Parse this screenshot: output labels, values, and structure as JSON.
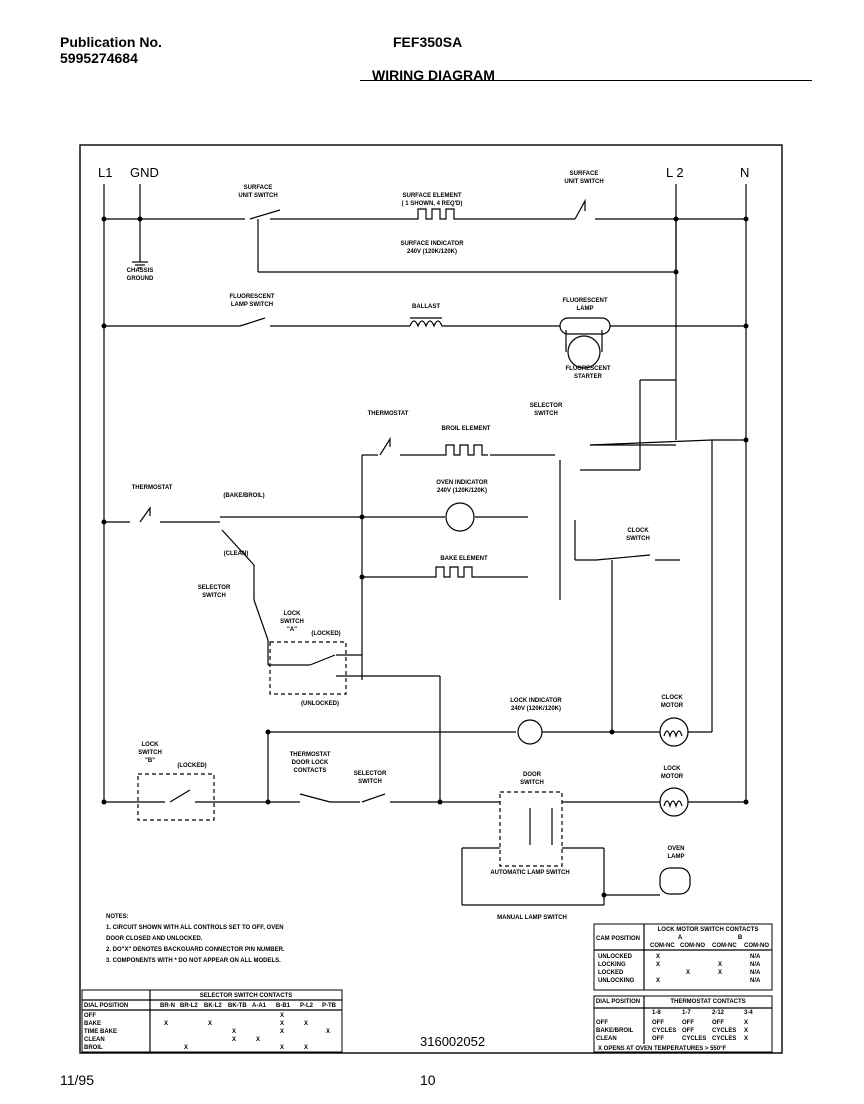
{
  "header": {
    "pub_label": "Publication No.",
    "pub_number": "5995274684",
    "model": "FEF350SA",
    "title": "WIRING DIAGRAM"
  },
  "footer": {
    "date": "11/95",
    "page": "10"
  },
  "diagram": {
    "drawing_number": "316002052",
    "rails": {
      "l1": "L1",
      "gnd": "GND",
      "l2": "L 2",
      "n": "N"
    },
    "labels": {
      "surface_switch_left": "SURFACE\nUNIT SWITCH",
      "surface_switch_right": "SURFACE\nUNIT SWITCH",
      "surface_element": "SURFACE ELEMENT\n( 1 SHOWN, 4 REQ'D)",
      "surface_indicator": "SURFACE INDICATOR\n240V (120K/120K)",
      "chassis_ground": "CHASSIS\nGROUND",
      "fluor_lamp_switch": "FLUORESCENT\nLAMP SWITCH",
      "ballast": "BALLAST",
      "fluor_lamp": "FLUORESCENT\nLAMP",
      "fluor_starter": "FLUORESCENT\nSTARTER",
      "thermostat_top": "THERMOSTAT",
      "broil_element": "BROIL ELEMENT",
      "selector_switch_top": "SELECTOR\nSWITCH",
      "thermostat_left": "THERMOSTAT",
      "bake_broil": "(BAKE/BROIL)",
      "clean": "(CLEAN)",
      "oven_indicator": "OVEN INDICATOR\n240V (120K/120K)",
      "bake_element": "BAKE ELEMENT",
      "clock_switch": "CLOCK\nSWITCH",
      "selector_switch_left": "SELECTOR\nSWITCH",
      "lock_switch_a": "LOCK\nSWITCH\n\"A\"",
      "locked": "(LOCKED)",
      "unlocked": "(UNLOCKED)",
      "lock_indicator": "LOCK INDICATOR\n240V (120K/120K)",
      "clock_motor": "CLOCK\nMOTOR",
      "lock_switch_b": "LOCK\nSWITCH\n\"B\"",
      "locked_b": "(LOCKED)",
      "thermostat_door_lock": "THERMOSTAT\nDOOR LOCK\nCONTACTS",
      "selector_switch_mid": "SELECTOR\nSWITCH",
      "door_switch": "DOOR\nSWITCH",
      "lock_motor": "LOCK\nMOTOR",
      "oven_lamp": "OVEN\nLAMP",
      "auto_lamp_switch": "AUTOMATIC LAMP SWITCH",
      "manual_lamp_switch": "MANUAL LAMP SWITCH"
    },
    "notes": [
      "NOTES:",
      "1. CIRCUIT SHOWN WITH ALL CONTROLS SET TO OFF, OVEN",
      "   DOOR CLOSED AND UNLOCKED.",
      "2. DO\"X\" DENOTES BACKGUARD CONNECTOR PIN NUMBER.",
      "3. COMPONENTS WITH * DO NOT APPEAR ON ALL MODELS."
    ]
  },
  "tables": {
    "selector": {
      "title": "SELECTOR SWITCH CONTACTS",
      "headers": [
        "DIAL POSITION",
        "BR-N",
        "BR-L2",
        "BK-L2",
        "BK-TB",
        "A-A1",
        "B-B1",
        "P-L2",
        "P-TB"
      ],
      "rows": [
        [
          "OFF",
          "",
          "",
          "",
          "",
          "",
          "X",
          "",
          ""
        ],
        [
          "BAKE",
          "X",
          "",
          "X",
          "",
          "",
          "X",
          "X",
          ""
        ],
        [
          "TIME BAKE",
          "",
          "",
          "",
          "X",
          "",
          "X",
          "",
          "X"
        ],
        [
          "CLEAN",
          "",
          "",
          "",
          "X",
          "X",
          "",
          "",
          ""
        ],
        [
          "BROIL",
          "",
          "X",
          "",
          "",
          "",
          "X",
          "X",
          ""
        ]
      ]
    },
    "lock_motor": {
      "title": "LOCK MOTOR SWITCH CONTACTS",
      "cam_label": "CAM POSITION",
      "group_a": "A",
      "group_b": "B",
      "headers": [
        "COM-NC",
        "COM-NO",
        "COM-NC",
        "COM-NO"
      ],
      "rows": [
        [
          "UNLOCKED",
          "X",
          "",
          "",
          "N/A"
        ],
        [
          "LOCKING",
          "X",
          "",
          "X",
          "N/A"
        ],
        [
          "LOCKED",
          "",
          "X",
          "X",
          "N/A"
        ],
        [
          "UNLOCKING",
          "X",
          "",
          "",
          "N/A"
        ]
      ]
    },
    "thermostat": {
      "title": "THERMOSTAT CONTACTS",
      "dial_label": "DIAL POSITION",
      "headers": [
        "1-8",
        "1-7",
        "2-12",
        "3-4"
      ],
      "rows": [
        [
          "OFF",
          "OFF",
          "OFF",
          "OFF",
          "X"
        ],
        [
          "BAKE/BROIL",
          "CYCLES",
          "OFF",
          "CYCLES",
          "X"
        ],
        [
          "CLEAN",
          "OFF",
          "CYCLES",
          "CYCLES",
          "X"
        ]
      ],
      "footnote": "X OPENS AT OVEN TEMPERATURES > 550°F"
    }
  }
}
